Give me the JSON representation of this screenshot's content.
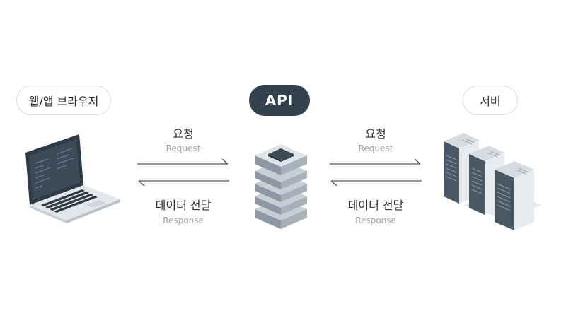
{
  "nodes": {
    "client": {
      "label": "웹/앱 브라우저",
      "icon": "laptop-icon"
    },
    "api": {
      "label": "API",
      "icon": "stack-icon"
    },
    "server": {
      "label": "서버",
      "icon": "server-rack-icon"
    }
  },
  "flows": {
    "left_request": {
      "label": "요청",
      "sublabel": "Request"
    },
    "left_response": {
      "label": "데이터 전달",
      "sublabel": "Response"
    },
    "right_request": {
      "label": "요청",
      "sublabel": "Request"
    },
    "right_response": {
      "label": "데이터 전달",
      "sublabel": "Response"
    }
  },
  "colors": {
    "api_pill": "#33414f",
    "arrow": "#4a5560",
    "muted_text": "#a0a4aa"
  }
}
